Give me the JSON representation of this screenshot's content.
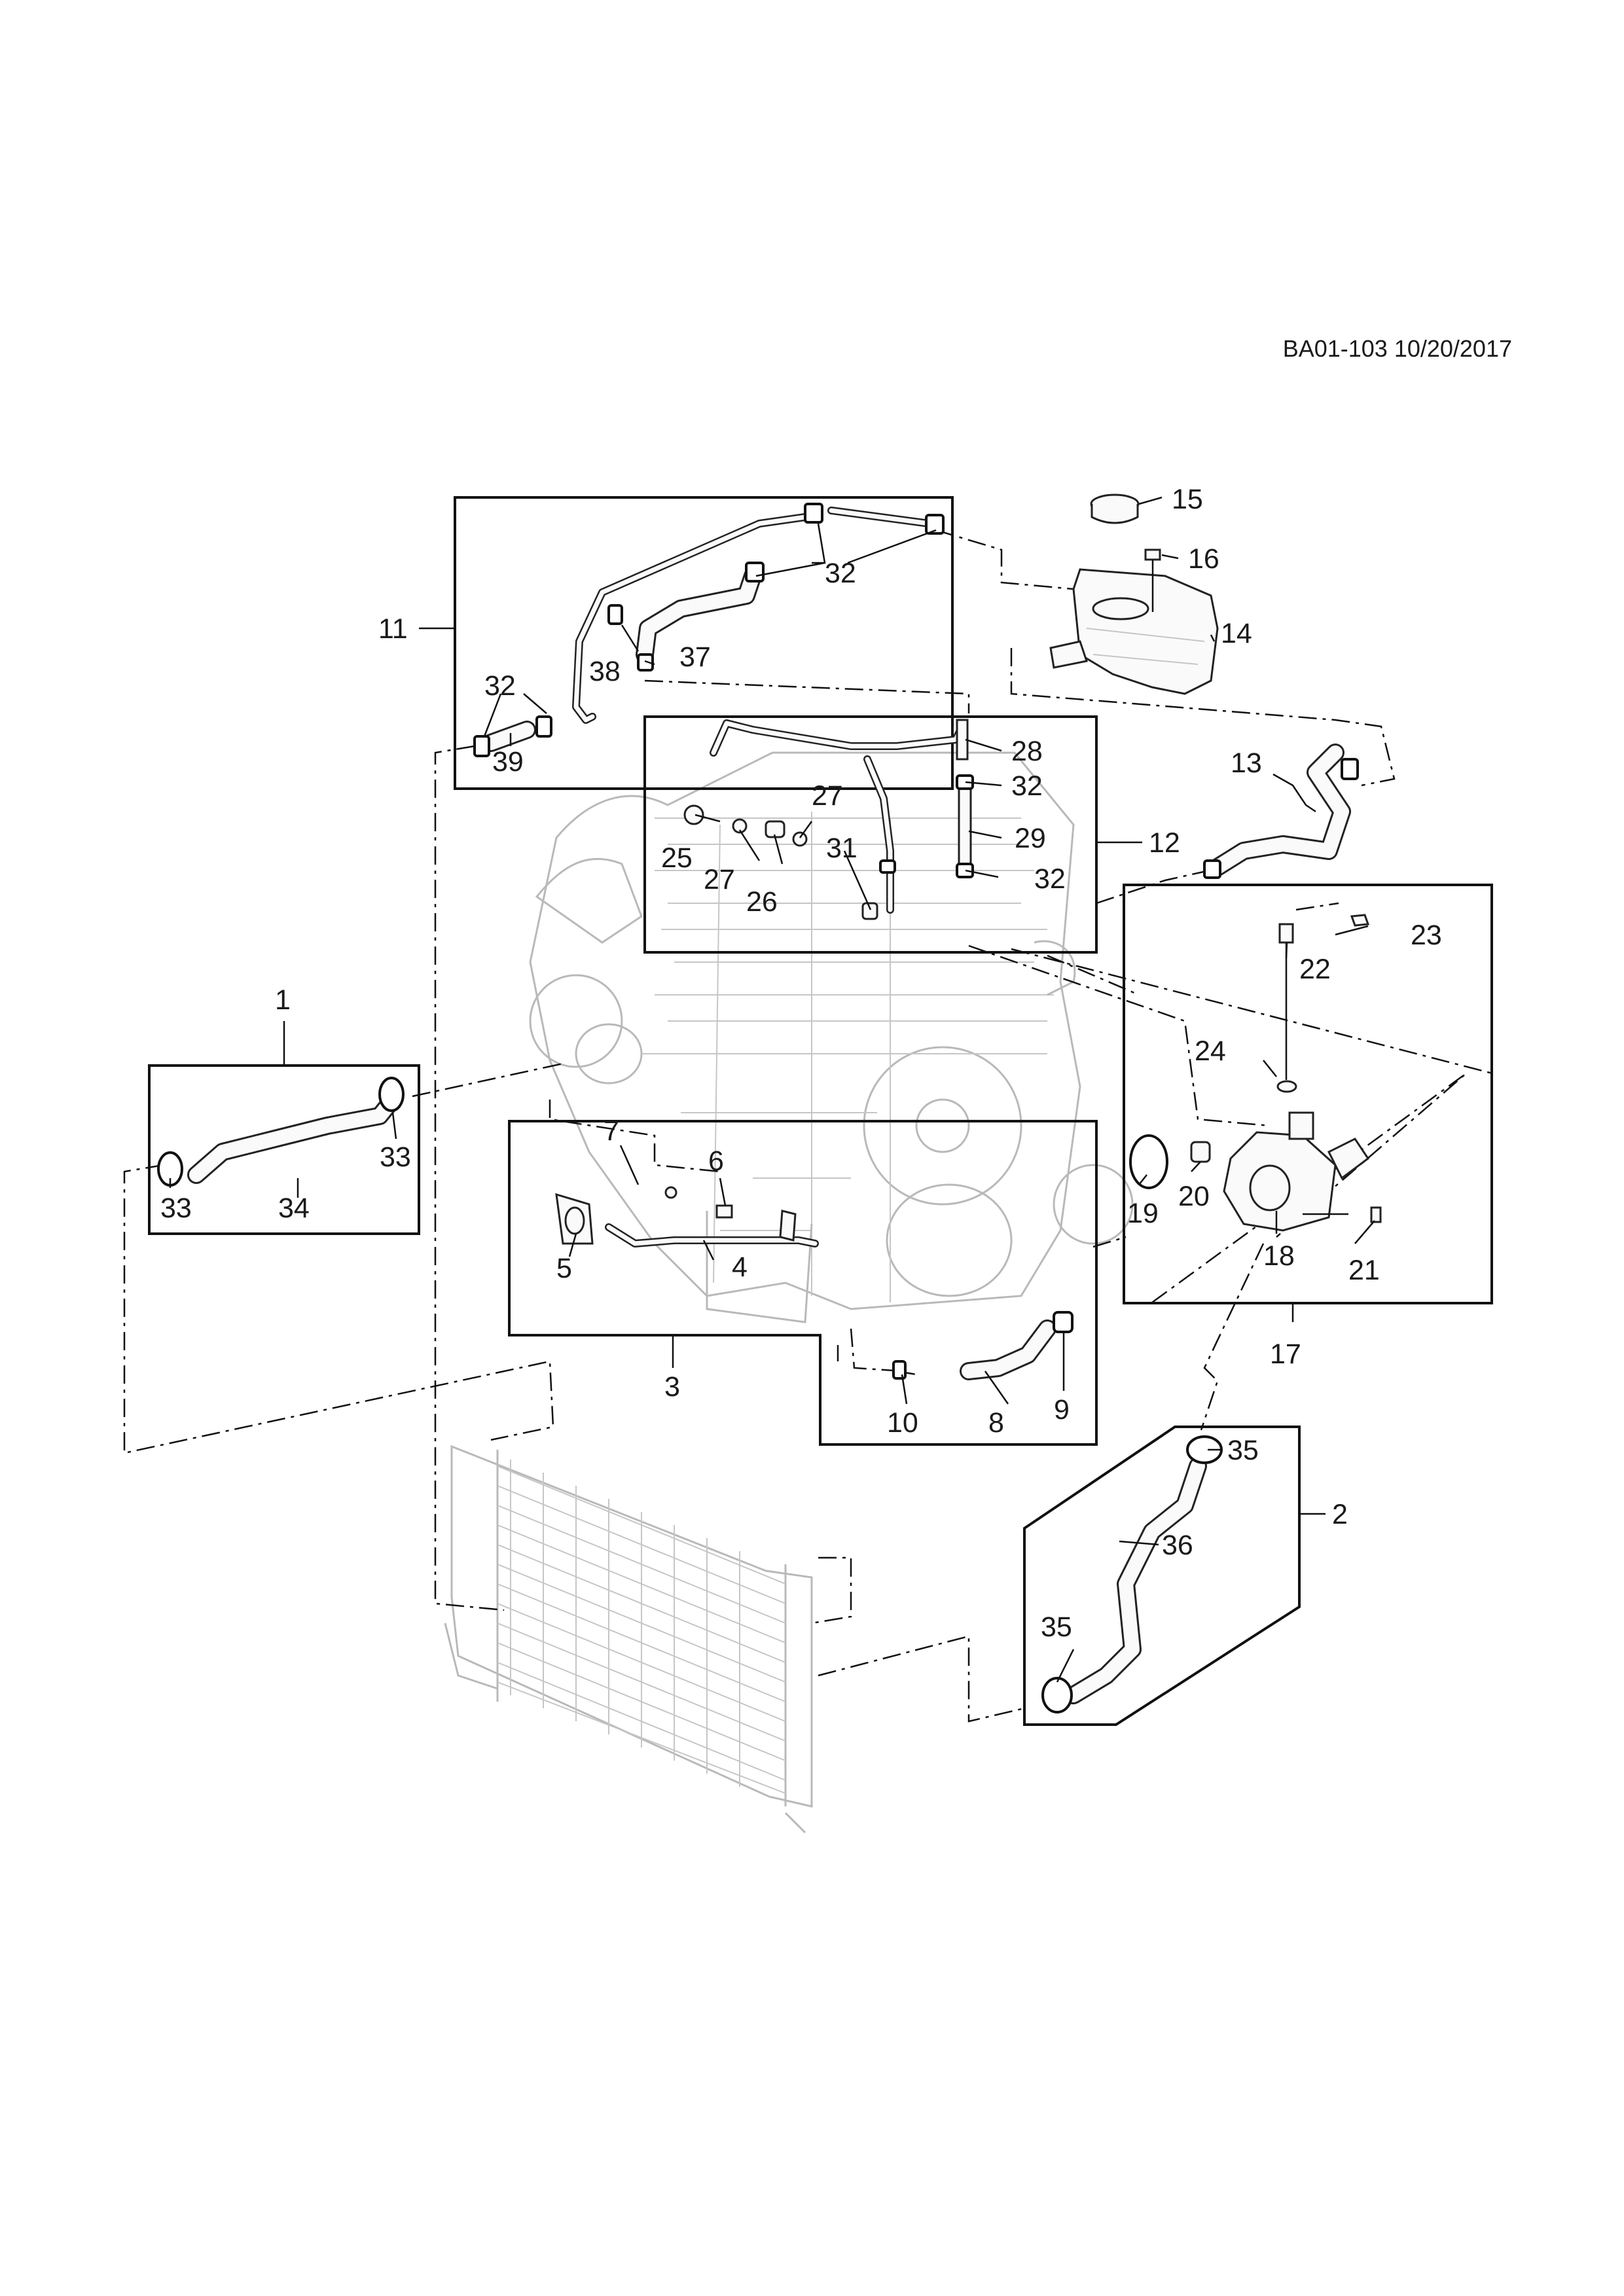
{
  "reference": "BA01-103 10/20/2017",
  "callouts": [
    "1",
    "2",
    "3",
    "4",
    "5",
    "6",
    "7",
    "8",
    "9",
    "10",
    "11",
    "12",
    "13",
    "14",
    "15",
    "16",
    "17",
    "18",
    "19",
    "20",
    "21",
    "22",
    "23",
    "24",
    "25",
    "26",
    "27",
    "28",
    "29",
    "31",
    "32",
    "33",
    "34",
    "35",
    "36",
    "37",
    "38",
    "39"
  ],
  "colors": {
    "line": "#111111",
    "ghost": "#b9b9b9",
    "background": "#ffffff"
  }
}
